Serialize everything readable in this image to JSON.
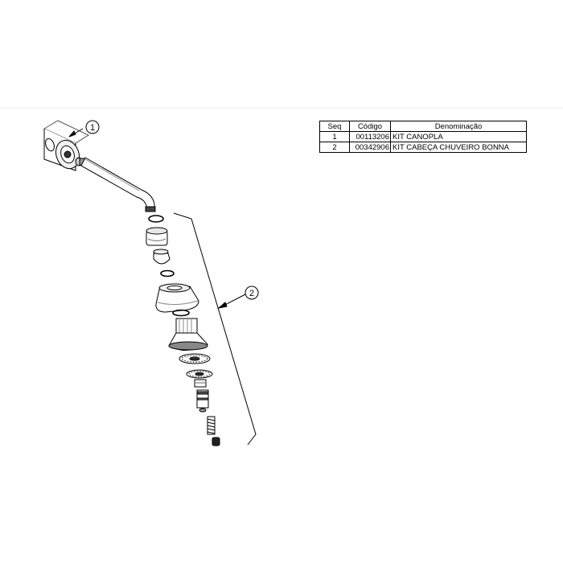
{
  "callouts": [
    {
      "number": "1"
    },
    {
      "number": "2"
    }
  ],
  "parts_table": {
    "headers": {
      "seq": "Seq",
      "codigo": "Código",
      "denominacao": "Denominação"
    },
    "rows": [
      {
        "seq": "1",
        "codigo": "00113206",
        "denominacao": "KIT CANOPLA"
      },
      {
        "seq": "2",
        "codigo": "00342906",
        "denominacao": "KIT CABEÇA CHUVEIRO BONNA"
      }
    ]
  }
}
